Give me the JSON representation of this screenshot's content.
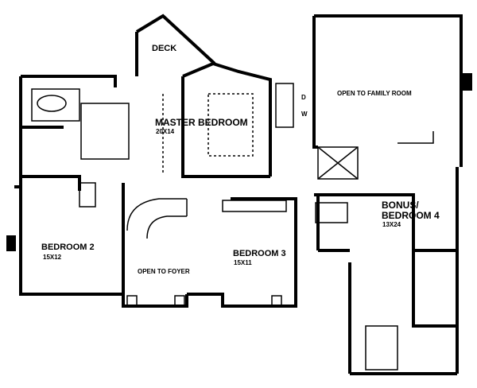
{
  "rooms": {
    "deck": {
      "name": "DECK"
    },
    "master_bedroom": {
      "name": "MASTER BEDROOM",
      "size": "20X14"
    },
    "open_to_family_room": {
      "name": "OPEN TO FAMILY ROOM"
    },
    "dryer": {
      "name": "D"
    },
    "washer": {
      "name": "W"
    },
    "bonus_bedroom_4": {
      "name_line1": "BONUS/",
      "name_line2": "BEDROOM 4",
      "size": "13X24"
    },
    "bedroom_2": {
      "name": "BEDROOM 2",
      "size": "15X12"
    },
    "open_to_foyer": {
      "name": "OPEN TO FOYER"
    },
    "bedroom_3": {
      "name": "BEDROOM 3",
      "size": "15X11"
    }
  },
  "colors": {
    "walls": "#000000",
    "background": "#ffffff"
  }
}
